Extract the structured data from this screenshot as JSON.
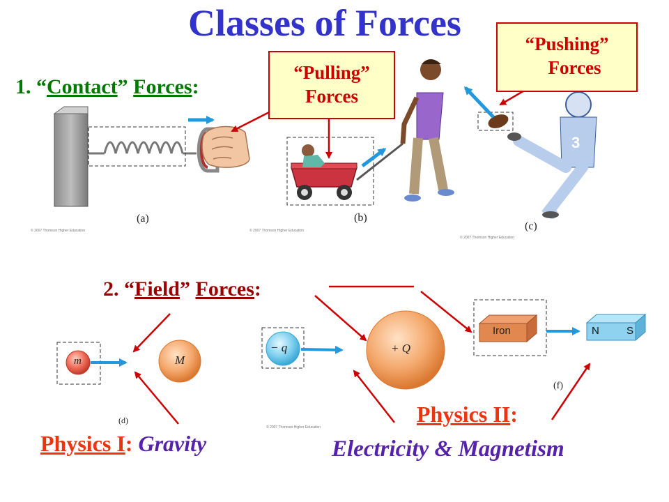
{
  "title": "Classes of Forces",
  "contact": {
    "number": "1. “",
    "word": "Contact",
    "mid": "” ",
    "forces": "Forces",
    "colon": ":"
  },
  "field": {
    "number": "2. “",
    "word": "Field",
    "mid": "” ",
    "forces": "Forces",
    "colon": ":"
  },
  "callouts": {
    "pulling": {
      "line1": "“Pulling”",
      "line2": "Forces"
    },
    "pushing": {
      "line1": "“Pushing”",
      "line2": "Forces"
    }
  },
  "panels": {
    "a": "(a)",
    "b": "(b)",
    "c": "(c)",
    "d": "(d)",
    "f": "(f)"
  },
  "copyright": "© 2007 Thomson Higher Education",
  "field_items": {
    "small_mass": "m",
    "big_mass": "M",
    "neg_charge": "− q",
    "pos_charge": "+ Q",
    "iron": "Iron",
    "north": "N",
    "south": "S"
  },
  "physics1": {
    "label": "Physics I",
    "colon": ": ",
    "topic": "Gravity"
  },
  "physics2": {
    "label": "Physics II",
    "colon": ":",
    "topic": "Electricity & Magnetism"
  },
  "colors": {
    "title": "#3333cc",
    "contact": "#007700",
    "field": "#990000",
    "physics": "#ee3311",
    "topic": "#5522aa",
    "arrow": "#cc0000",
    "force_arrow": "#2299dd"
  }
}
